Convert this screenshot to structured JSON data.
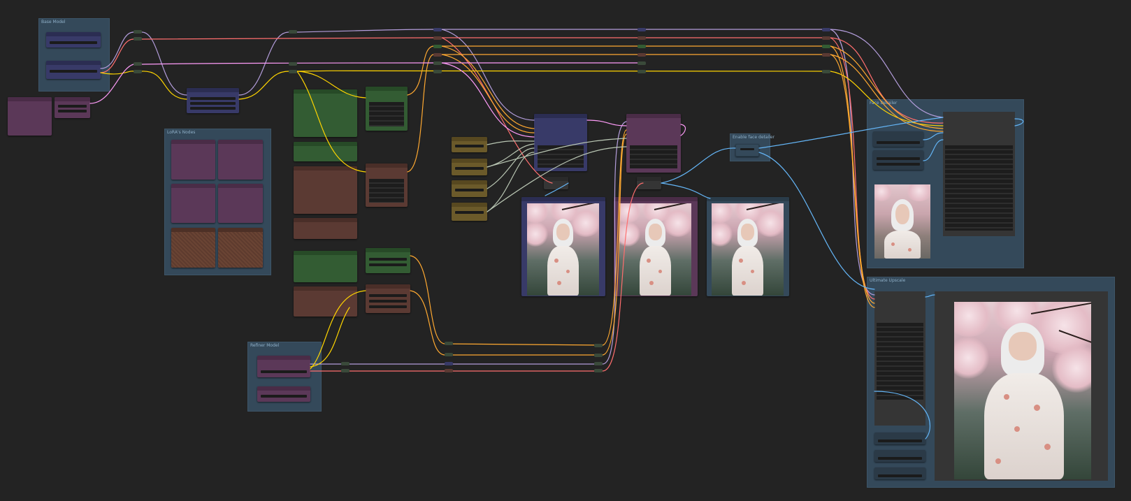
{
  "groups": {
    "base_model": "Base Model",
    "loras": "LoRA's Nodes",
    "refiner": "Refiner Model",
    "face_detailer": "Face Detailer",
    "face_detailer_toggle": "Enable face detailer",
    "ultimate_upscale": "Ultimate Upscale"
  },
  "wire_colors": {
    "model": "#b39ddb",
    "clip": "#ffd500",
    "vae": "#ff6e6e",
    "conditioning": "#ffa931",
    "latent": "#ff9cf9",
    "image": "#64b5f6",
    "int": "#a8d08d"
  },
  "node_colors": {
    "blue": "#383a68",
    "purple": "#5b3858",
    "green": "#335c33",
    "red": "#5b3a33",
    "yellow": "#6b5a2a",
    "gray": "#353535"
  },
  "images": {
    "subject": "woman-in-floral-kimono-cherry-blossoms"
  }
}
